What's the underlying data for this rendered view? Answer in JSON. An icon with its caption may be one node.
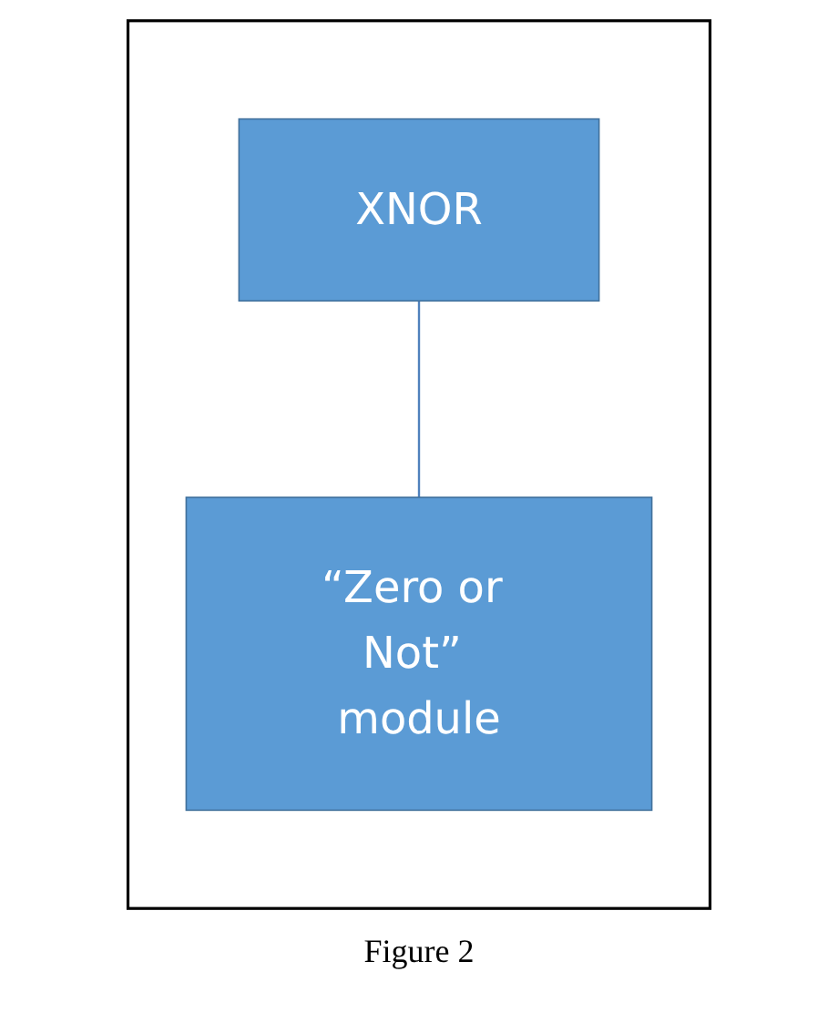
{
  "diagram": {
    "caption": "Figure 2",
    "nodes": [
      {
        "text": [],
        "shape": "box"
      },
      {
        "text": [
          "XNOR"
        ],
        "in": 0
      },
      {
        "text": [
          "“Zero or Not” module"
        ],
        "in": 0
      }
    ],
    "edges": [
      {
        "from": 1,
        "to": 2,
        "arrow": "none"
      }
    ]
  }
}
